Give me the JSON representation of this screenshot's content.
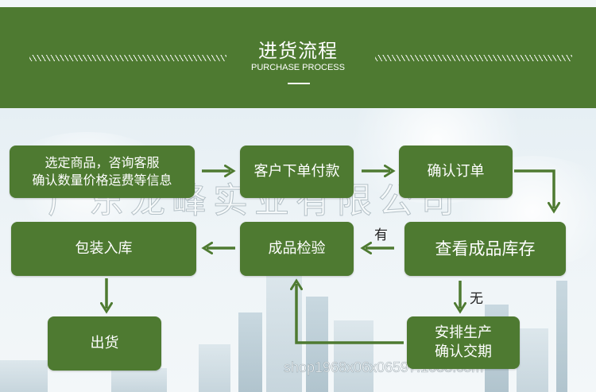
{
  "header": {
    "title": "进货流程",
    "subtitle": "PURCHASE PROCESS"
  },
  "watermark": {
    "company": "广东龙峰实业有限公司",
    "shop": "shop1968x06x06597.1688.com"
  },
  "nodes": {
    "select": {
      "line1": "选定商品，咨询客服",
      "line2": "确认数量价格运费等信息"
    },
    "order": "客户下单付款",
    "confirm": "确认订单",
    "inventory": "查看成品库存",
    "inspect": "成品检验",
    "pack": "包装入库",
    "ship": "出货",
    "produce": {
      "line1": "安排生产",
      "line2": "确认交期"
    }
  },
  "edge_labels": {
    "has_stock": "有",
    "no_stock": "无"
  },
  "colors": {
    "brand_green": "#4e7a31",
    "arrow_green": "#4e7a31"
  }
}
